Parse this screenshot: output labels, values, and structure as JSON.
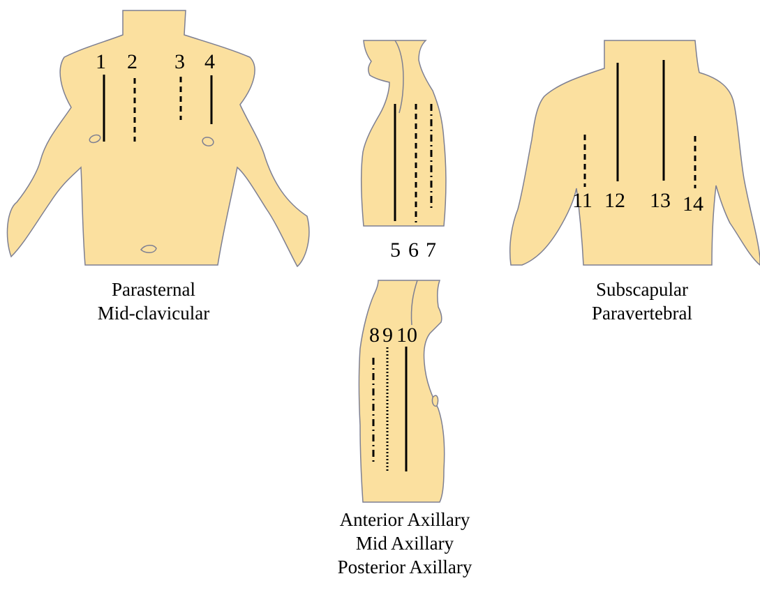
{
  "colors": {
    "skin": "#fbe09f",
    "outline": "#7d7f92",
    "line": "#000000",
    "background": "#ffffff"
  },
  "front_view": {
    "numbers": [
      "1",
      "2",
      "3",
      "4"
    ],
    "caption": [
      "Parasternal",
      "Mid-clavicular"
    ]
  },
  "side_view_top": {
    "numbers": [
      "5",
      "6",
      "7"
    ]
  },
  "side_view_bottom": {
    "numbers": [
      "8",
      "9",
      "10"
    ],
    "caption": [
      "Anterior Axillary",
      "Mid Axillary",
      "Posterior Axillary"
    ]
  },
  "back_view": {
    "numbers": [
      "11",
      "12",
      "13",
      "14"
    ],
    "caption": [
      "Subscapular",
      "Paravertebral"
    ]
  }
}
